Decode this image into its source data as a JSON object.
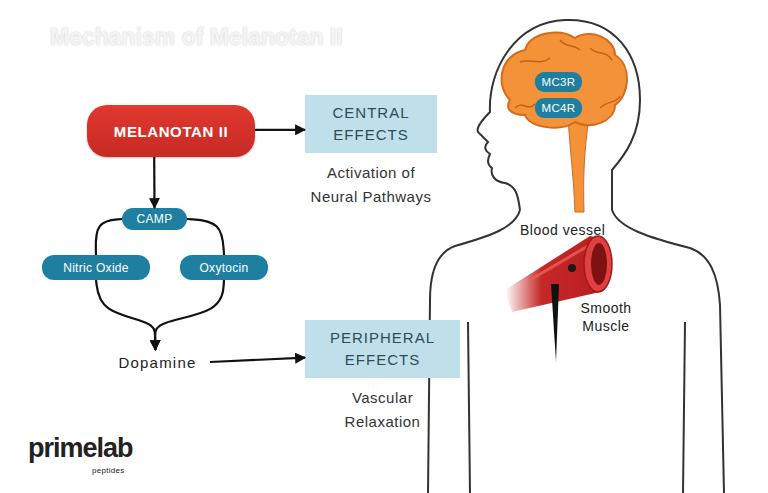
{
  "diagram": {
    "title": "Mechanism of Melanotan II",
    "nodes": [
      {
        "text": [
          "MELANOTAN II"
        ]
      },
      {
        "text": [
          "CENTRAL EFFECTS",
          "Activation of Neural Pathways"
        ]
      },
      {
        "text": [
          "MC3R"
        ]
      },
      {
        "text": [
          "MC4R"
        ]
      },
      {
        "text": [
          "CAMP"
        ]
      },
      {
        "text": [
          "Nitric Oxide"
        ]
      },
      {
        "text": [
          "Oxytocin"
        ]
      },
      {
        "text": [
          "Dopamine"
        ]
      },
      {
        "text": [
          "PERIPHERAL EFFECTS",
          "Vascular Relaxation"
        ]
      }
    ],
    "edges": [
      {
        "from": 0,
        "to": 1,
        "arrow": "to"
      },
      {
        "from": 0,
        "to": 4,
        "arrow": "to"
      },
      {
        "from": 4,
        "to": 5,
        "arrow": "none"
      },
      {
        "from": 4,
        "to": 6,
        "arrow": "none"
      },
      {
        "from": 5,
        "to": 7,
        "arrow": "to"
      },
      {
        "from": 6,
        "to": 7,
        "arrow": "to"
      },
      {
        "from": 7,
        "to": 8,
        "arrow": "to"
      }
    ],
    "labels": [
      "Blood vessel",
      "Smooth Muscle",
      "primelab",
      "peptides"
    ]
  }
}
